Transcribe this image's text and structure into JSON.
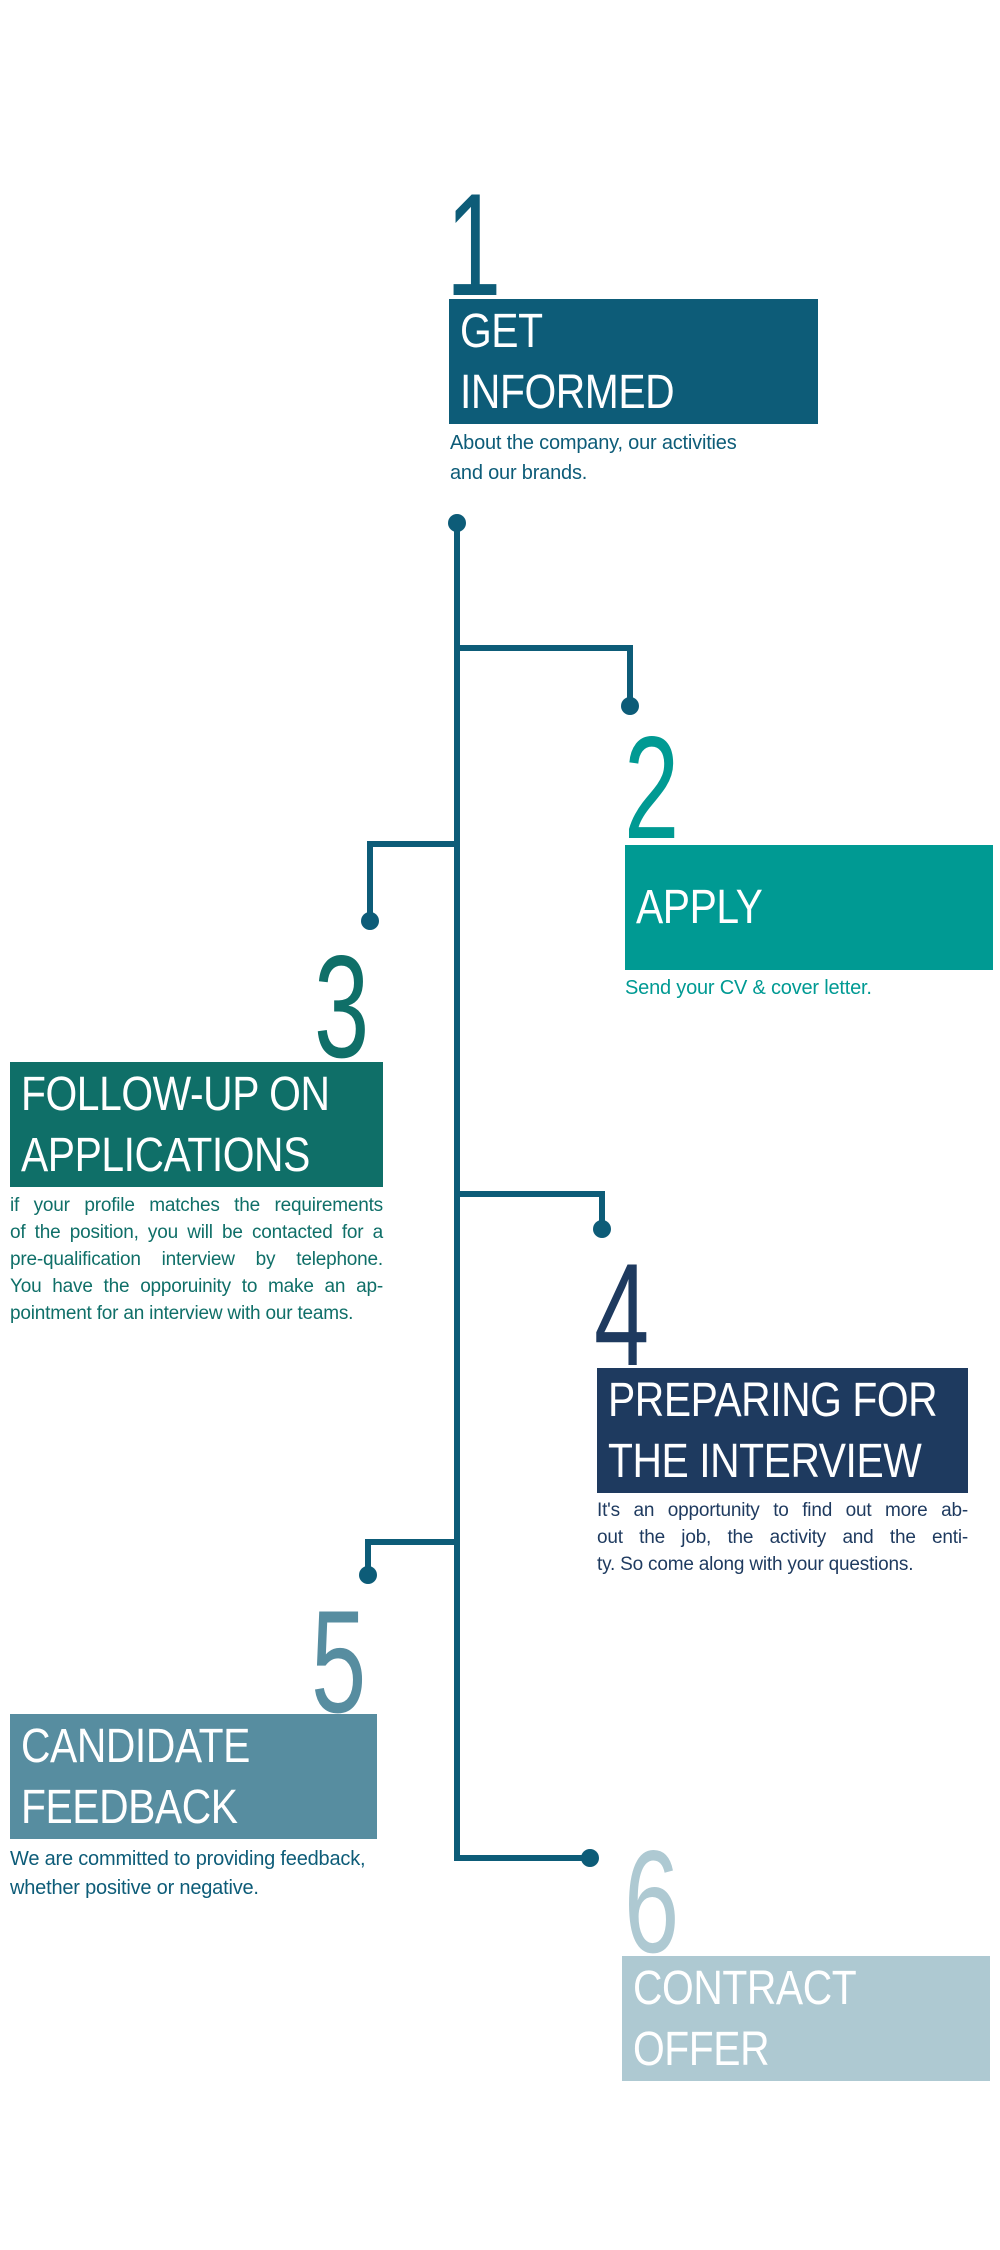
{
  "palette": {
    "dark_teal": "#0d5c78",
    "teal": "#009a93",
    "sea_green": "#0f6f68",
    "navy": "#1e3a5f",
    "steel_blue": "#578da0",
    "pale_blue": "#aec9d2"
  },
  "steps": [
    {
      "number": "1",
      "title_lines": [
        "GET",
        "INFORMED"
      ],
      "body_lines": [
        "About the company, our activities",
        "and our brands."
      ]
    },
    {
      "number": "2",
      "title_lines": [
        "APPLY"
      ],
      "body_lines": [
        "Send your CV & cover letter."
      ]
    },
    {
      "number": "3",
      "title_lines": [
        "FOLLOW-UP ON",
        "APPLICATIONS"
      ],
      "body_lines": [
        "if your profile matches the requirements",
        "of the position, you will be contacted for a",
        "pre-qualification interview by telephone.",
        "You have the opporuinity to make an ap-",
        "pointment for an interview with our teams."
      ]
    },
    {
      "number": "4",
      "title_lines": [
        "PREPARING FOR",
        "THE INTERVIEW"
      ],
      "body_lines": [
        "It's an opportunity to find out more ab-",
        "out the job, the activity and the enti-",
        "ty. So come along with your questions."
      ]
    },
    {
      "number": "5",
      "title_lines": [
        "CANDIDATE",
        "FEEDBACK"
      ],
      "body_lines": [
        "We are committed to providing feedback,",
        "whether positive or negative."
      ]
    },
    {
      "number": "6",
      "title_lines": [
        "CONTRACT",
        "OFFER"
      ],
      "body_lines": []
    }
  ]
}
